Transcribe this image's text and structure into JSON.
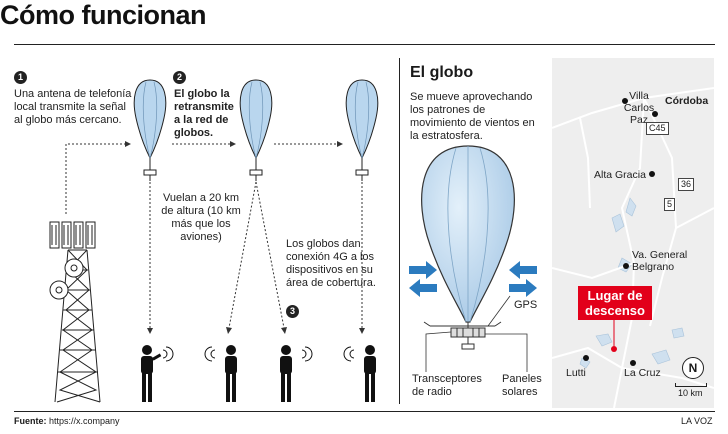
{
  "title": "Cómo funcionan",
  "steps": [
    {
      "number": "1",
      "text": "Una antena de telefonía local transmite la señal al globo más cercano."
    },
    {
      "number": "2",
      "text": "El globo la retransmite a la red de globos."
    },
    {
      "number": "3",
      "text": "Los globos dan conexión 4G a los dispositivos en su área de cobertura."
    }
  ],
  "altitude_note": "Vuelan a 20 km de altura (10 km más que los aviones)",
  "balloon_section": {
    "heading": "El globo",
    "description": "Se mueve aprovechando los patrones de movimiento de vientos en la estratosfera.",
    "labels": {
      "gps": "GPS",
      "transceivers": "Transceptores de radio",
      "panels": "Paneles solares"
    }
  },
  "map": {
    "places": [
      "Villa Carlos Paz",
      "Córdoba",
      "Alta Gracia",
      "Va. General Belgrano",
      "Lutti",
      "La Cruz"
    ],
    "routes": [
      "C45",
      "36",
      "5"
    ],
    "descent_label": "Lugar de descenso",
    "compass": "N",
    "scale": "10 km"
  },
  "footer": {
    "source_label": "Fuente:",
    "source": "https://x.company",
    "credit": "LA VOZ"
  },
  "colors": {
    "balloon": "#b9d6ee",
    "arrows": "#2b7bbf",
    "descent": "#e2001a",
    "map_bg": "#eeeeee",
    "lakes": "#cfe0ef"
  }
}
